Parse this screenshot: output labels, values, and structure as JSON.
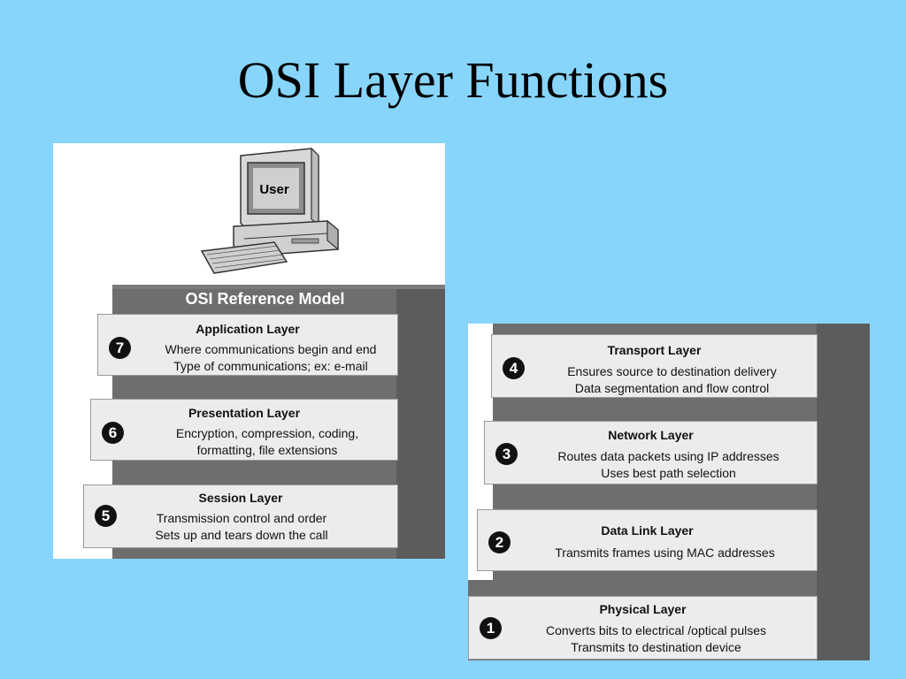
{
  "slide": {
    "title": "OSI Layer Functions"
  },
  "diagram": {
    "user_label": "User",
    "model_header": "OSI Reference Model",
    "layers": [
      {
        "number": "7",
        "name": "Application Layer",
        "lines": [
          "Where communications begin and end",
          "Type of communications; ex: e-mail"
        ]
      },
      {
        "number": "6",
        "name": "Presentation Layer",
        "lines": [
          "Encryption, compression, coding,",
          "formatting, file extensions"
        ]
      },
      {
        "number": "5",
        "name": "Session Layer",
        "lines": [
          "Transmission control and order",
          "Sets up and tears down the call"
        ]
      },
      {
        "number": "4",
        "name": "Transport Layer",
        "lines": [
          "Ensures source to destination delivery",
          "Data segmentation and flow control"
        ]
      },
      {
        "number": "3",
        "name": "Network Layer",
        "lines": [
          "Routes data packets using IP addresses",
          "Uses best path selection"
        ]
      },
      {
        "number": "2",
        "name": "Data Link Layer",
        "lines": [
          "Transmits frames using MAC addresses"
        ]
      },
      {
        "number": "1",
        "name": "Physical Layer",
        "lines": [
          "Converts bits to electrical /optical pulses",
          "Transmits to destination device"
        ]
      }
    ]
  }
}
